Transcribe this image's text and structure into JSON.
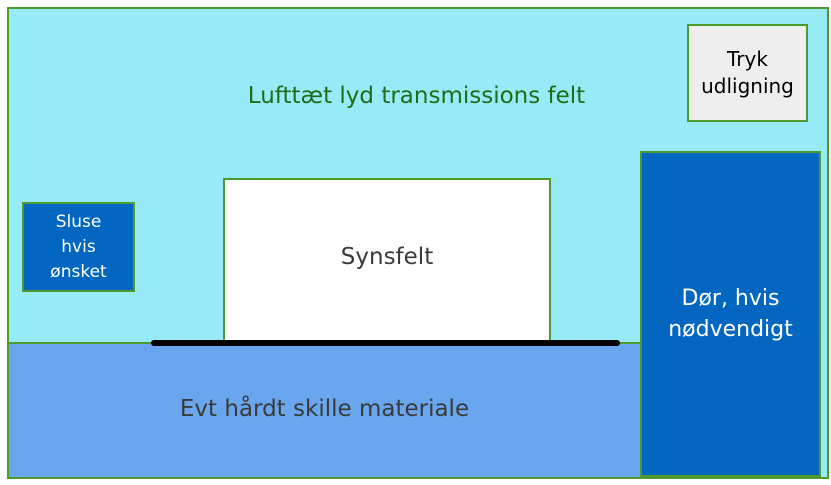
{
  "diagram": {
    "airtight_field_label": "Lufttæt lyd transmissions felt",
    "pressure_equalization_label": "Tryk\nudligning",
    "lock_label": "Sluse\nhvis\nønsket",
    "view_field_label": "Synsfelt",
    "door_label": "Dør, hvis\nnødvendigt",
    "hard_divider_label": "Evt hårdt skille materiale"
  },
  "colors": {
    "airtight_field": "#97ebf7",
    "hard_divider_area": "#69a6ee",
    "door": "#0367c2",
    "lock": "#0367c2",
    "pressure_box": "#eeeeee",
    "view_field": "#ffffff",
    "border": "#4f9a2c",
    "airtight_text": "#1f6b18",
    "barrier_line": "#000000"
  }
}
